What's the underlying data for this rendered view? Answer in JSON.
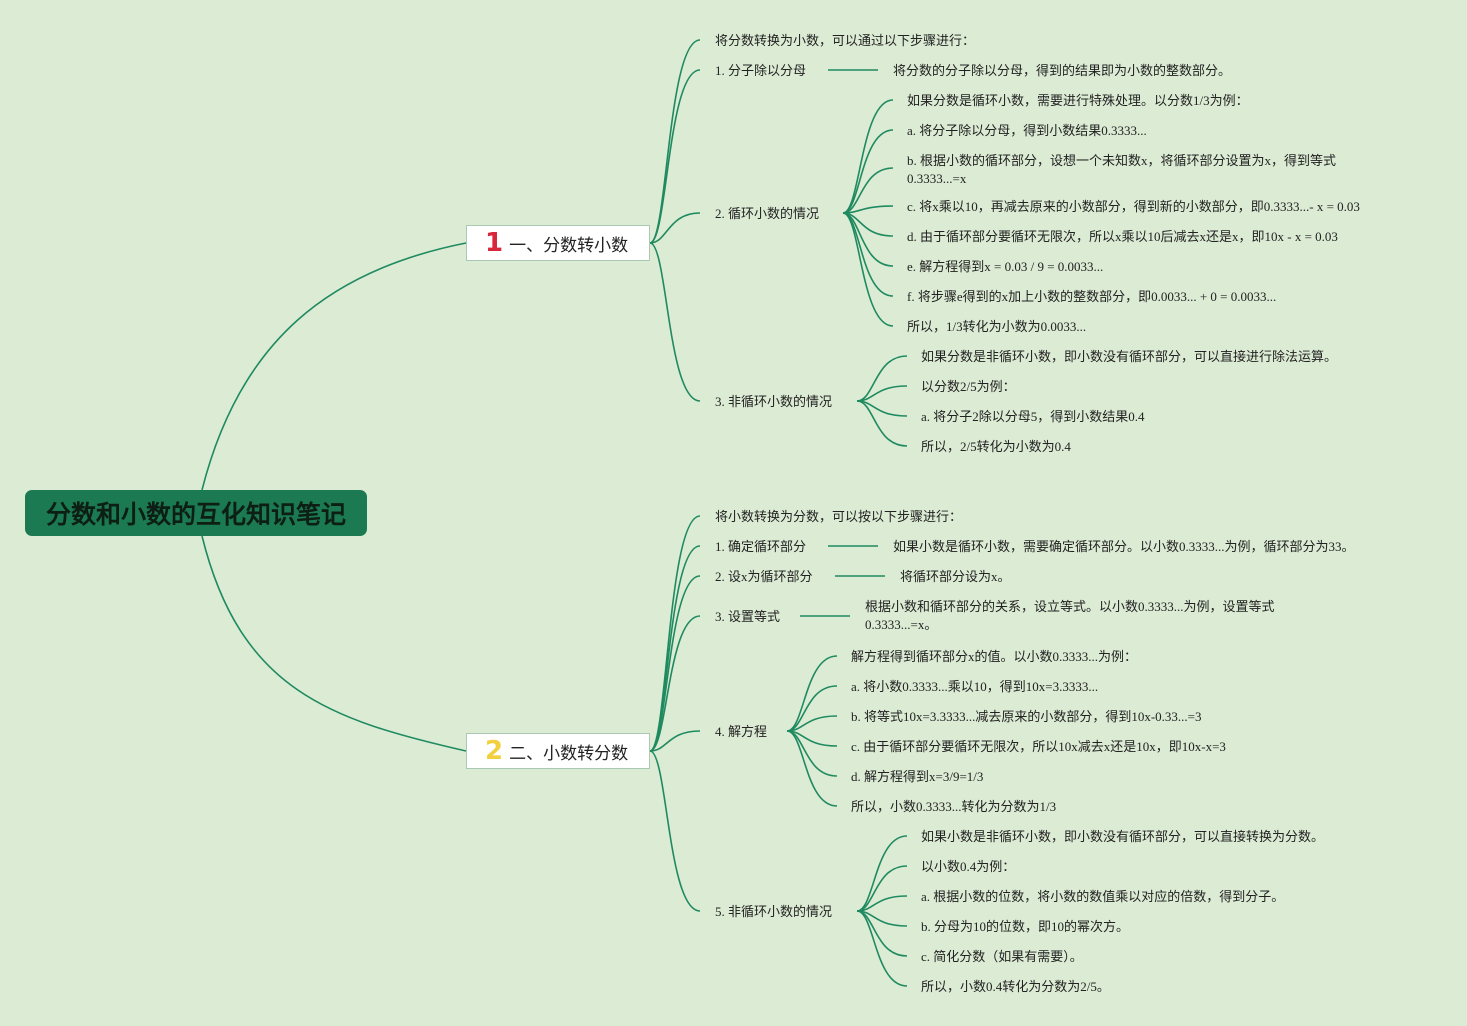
{
  "root": {
    "title": "分数和小数的互化知识笔记"
  },
  "colors": {
    "line": "#1f8a60",
    "root_bg": "#1b7a52",
    "num1": "#d9263a",
    "num2": "#f2cf3c",
    "background": "#dcebd4"
  },
  "branch1": {
    "number": "1",
    "title": "一、分数转小数",
    "intro": "将分数转换为小数，可以通过以下步骤进行：",
    "step1": {
      "label": "1. 分子除以分母",
      "detail": "将分数的分子除以分母，得到的结果即为小数的整数部分。"
    },
    "step2": {
      "label": "2. 循环小数的情况",
      "items": [
        "如果分数是循环小数，需要进行特殊处理。以分数1/3为例：",
        "a. 将分子除以分母，得到小数结果0.3333...",
        "b. 根据小数的循环部分，设想一个未知数x，将循环部分设置为x，得到等式0.3333...=x",
        "c. 将x乘以10，再减去原来的小数部分，得到新的小数部分，即0.3333...- x = 0.03",
        "d. 由于循环部分要循环无限次，所以x乘以10后减去x还是x，即10x - x = 0.03",
        "e. 解方程得到x = 0.03 / 9 = 0.0033...",
        "f. 将步骤e得到的x加上小数的整数部分，即0.0033... + 0 = 0.0033...",
        "所以，1/3转化为小数为0.0033..."
      ]
    },
    "step3": {
      "label": "3. 非循环小数的情况",
      "items": [
        "如果分数是非循环小数，即小数没有循环部分，可以直接进行除法运算。",
        "以分数2/5为例：",
        "a. 将分子2除以分母5，得到小数结果0.4",
        "所以，2/5转化为小数为0.4"
      ]
    }
  },
  "branch2": {
    "number": "2",
    "title": "二、小数转分数",
    "intro": "将小数转换为分数，可以按以下步骤进行：",
    "step1": {
      "label": "1. 确定循环部分",
      "detail": "如果小数是循环小数，需要确定循环部分。以小数0.3333...为例，循环部分为33。"
    },
    "step2": {
      "label": "2. 设x为循环部分",
      "detail": "将循环部分设为x。"
    },
    "step3": {
      "label": "3. 设置等式",
      "detail": "根据小数和循环部分的关系，设立等式。以小数0.3333...为例，设置等式0.3333...=x。"
    },
    "step4": {
      "label": "4. 解方程",
      "items": [
        "解方程得到循环部分x的值。以小数0.3333...为例：",
        "a. 将小数0.3333...乘以10，得到10x=3.3333...",
        "b. 将等式10x=3.3333...减去原来的小数部分，得到10x-0.33...=3",
        "c. 由于循环部分要循环无限次，所以10x减去x还是10x，即10x-x=3",
        "d. 解方程得到x=3/9=1/3",
        "所以，小数0.3333...转化为分数为1/3"
      ]
    },
    "step5": {
      "label": "5. 非循环小数的情况",
      "items": [
        "如果小数是非循环小数，即小数没有循环部分，可以直接转换为分数。",
        "以小数0.4为例：",
        "a. 根据小数的位数，将小数的数值乘以对应的倍数，得到分子。",
        "b. 分母为10的位数，即10的幂次方。",
        "c. 简化分数（如果有需要）。",
        "所以，小数0.4转化为分数为2/5。"
      ]
    }
  }
}
